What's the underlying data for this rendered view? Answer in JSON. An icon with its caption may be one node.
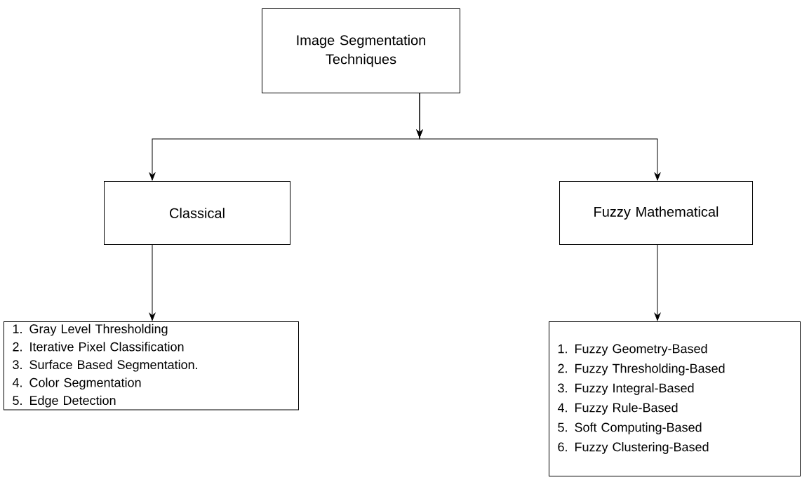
{
  "diagram": {
    "nodes": [
      {
        "text": [
          "Image Segmentation Techniques"
        ]
      },
      {
        "text": [
          "Classical"
        ]
      },
      {
        "text": [
          "Fuzzy Mathematical"
        ]
      },
      {
        "text": [
          "1. Gray Level Thresholding",
          "2. Iterative Pixel Classification",
          "3. Surface Based Segmentation.",
          "4. Color Segmentation",
          "5. Edge Detection"
        ]
      },
      {
        "text": [
          "1. Fuzzy Geometry-Based",
          "2. Fuzzy Thresholding-Based",
          "3. Fuzzy Integral-Based",
          "4. Fuzzy Rule-Based",
          "5. Soft Computing-Based",
          "6. Fuzzy Clustering-Based"
        ]
      }
    ],
    "edges": [
      {
        "from": 0,
        "to": 1,
        "arrow": "to"
      },
      {
        "from": 0,
        "to": 2,
        "arrow": "to"
      },
      {
        "from": 1,
        "to": 3,
        "arrow": "to"
      },
      {
        "from": 2,
        "to": 4,
        "arrow": "to"
      }
    ]
  }
}
